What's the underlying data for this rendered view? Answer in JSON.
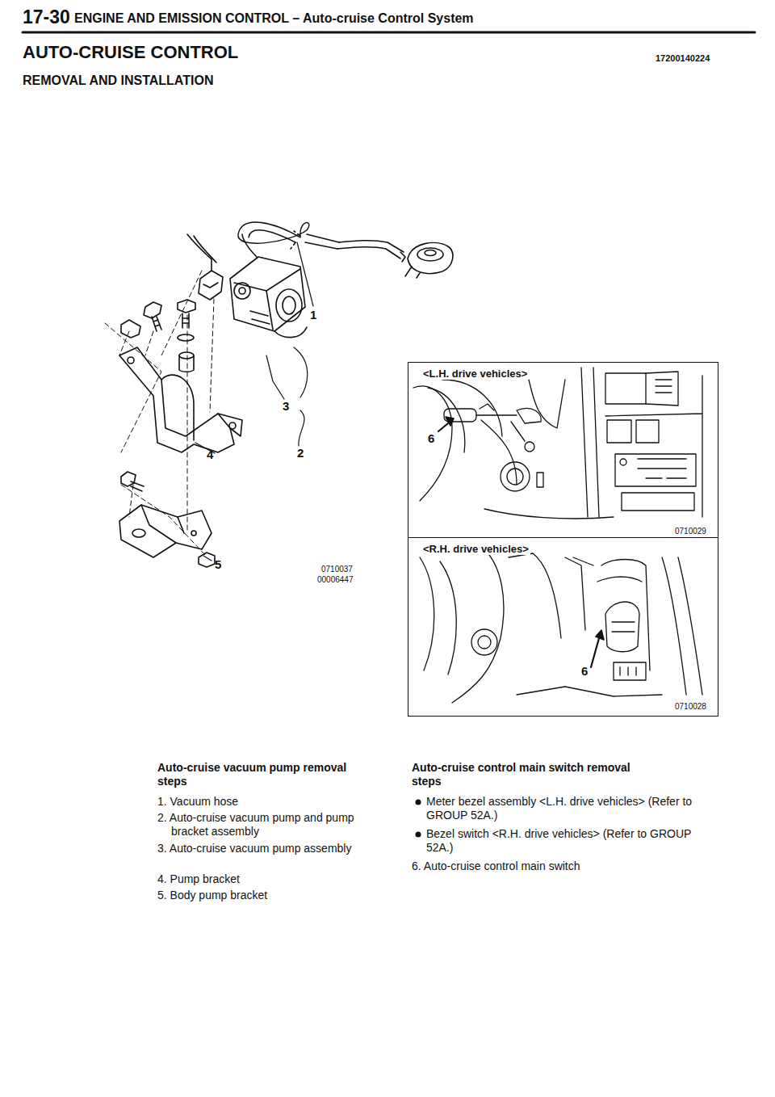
{
  "diagram": {
    "title": "AUTO-CRUISE CONTROL",
    "nodes": [
      {
        "text": [
          "<L.H. drive vehicles>"
        ]
      },
      {
        "text": [
          "<R.H. drive vehicles>"
        ]
      }
    ],
    "labels": [
      "17-30",
      "ENGINE AND EMISSION CONTROL – Auto-cruise Control System",
      "REMOVAL AND INSTALLATION",
      "17200140224",
      "1",
      "3",
      "4",
      "2",
      "5",
      "0710037",
      "00006447",
      "6",
      "0710029",
      "6",
      "0710028",
      "Auto-cruise vacuum pump removal steps",
      "1. Vacuum hose",
      "2. Auto-cruise vacuum pump and pump bracket assembly",
      "3. Auto-cruise vacuum pump assembly",
      "4. Pump bracket",
      "5. Body pump bracket",
      "Auto-cruise control main switch removal steps",
      "Meter bezel assembly <L.H. drive vehicles> (Refer to GROUP 52A.)",
      "Bezel switch <R.H. drive vehicles> (Refer to GROUP 52A.)",
      "6. Auto-cruise control main switch"
    ]
  }
}
